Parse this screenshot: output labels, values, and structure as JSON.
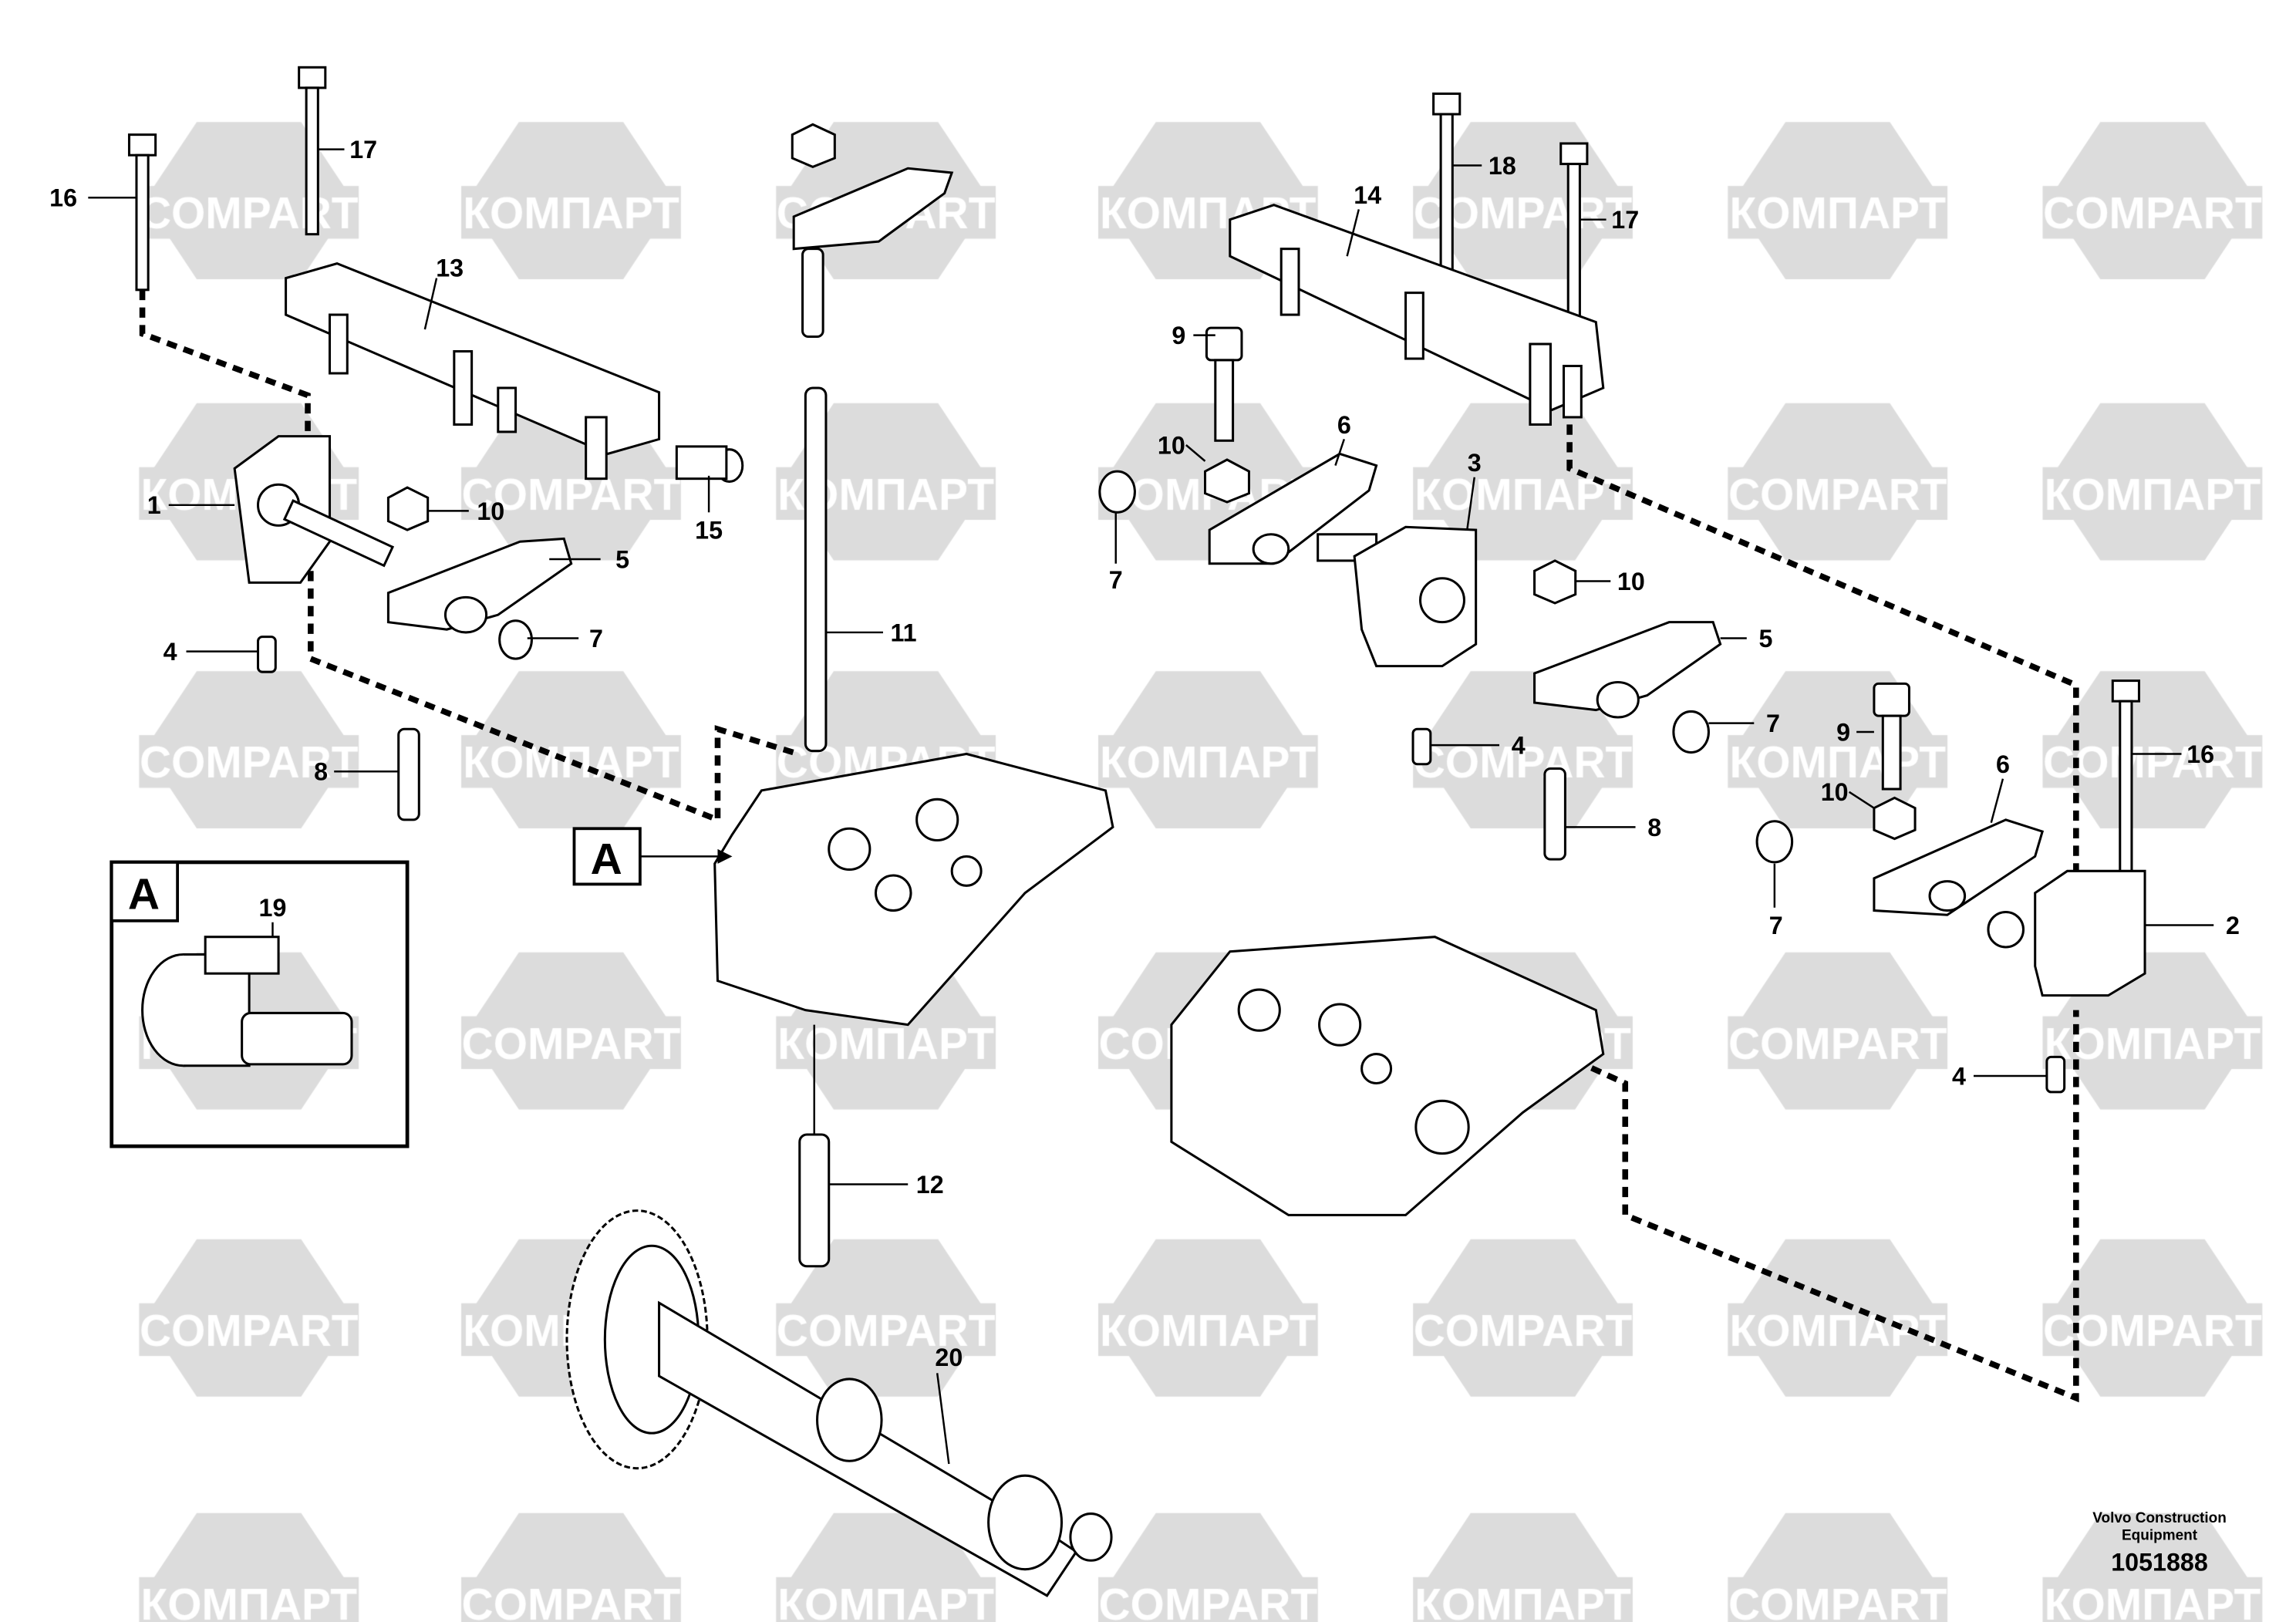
{
  "watermark": {
    "words": [
      "COMPART",
      "КОМПАРТ"
    ]
  },
  "callouts": {
    "c16a": "16",
    "c17a": "17",
    "c13": "13",
    "c1": "1",
    "c10a": "10",
    "c5a": "5",
    "c15": "15",
    "c4a": "4",
    "c7a": "7",
    "c8a": "8",
    "c11": "11",
    "c19": "19",
    "c12": "12",
    "c20": "20",
    "c14": "14",
    "c18": "18",
    "c17b": "17",
    "c9a": "9",
    "c10b": "10",
    "c6a": "6",
    "c3": "3",
    "c7b": "7",
    "c10c": "10",
    "c5b": "5",
    "c7c": "7",
    "c4b": "4",
    "c8b": "8",
    "c9b": "9",
    "c10d": "10",
    "c6b": "6",
    "c16b": "16",
    "c7d": "7",
    "c2": "2",
    "c4c": "4"
  },
  "view_marker": "A",
  "inset_marker": "A",
  "footer": {
    "company_line1": "Volvo Construction",
    "company_line2": "Equipment",
    "drawing_number": "1051888"
  }
}
